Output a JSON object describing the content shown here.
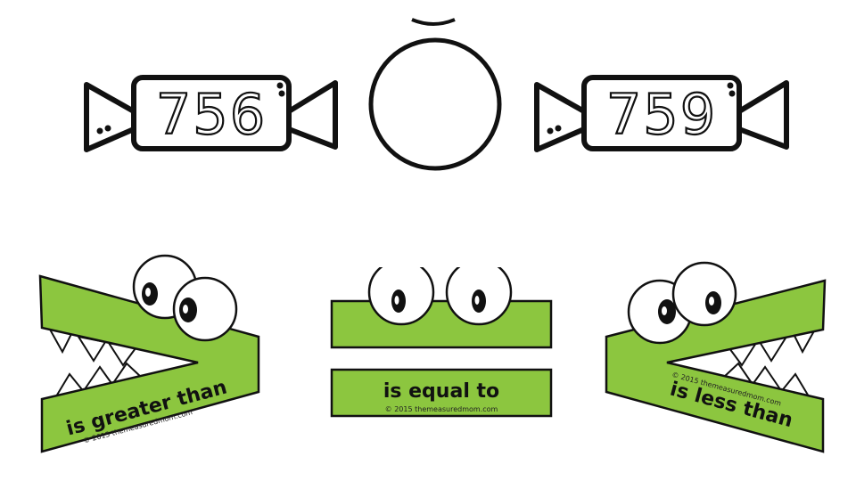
{
  "numbers": {
    "left": "756",
    "right": "759"
  },
  "cards": {
    "greater": {
      "label": "is greater than",
      "copyright": "© 2015 themeasuredmom.com"
    },
    "equal": {
      "label": "is equal to",
      "copyright": "© 2015 themeasuredmom.com"
    },
    "less": {
      "label": "is less than",
      "copyright": "© 2015 themeasuredmom.com"
    }
  },
  "colors": {
    "croc_green": "#8cc63f",
    "outline": "#111111"
  }
}
